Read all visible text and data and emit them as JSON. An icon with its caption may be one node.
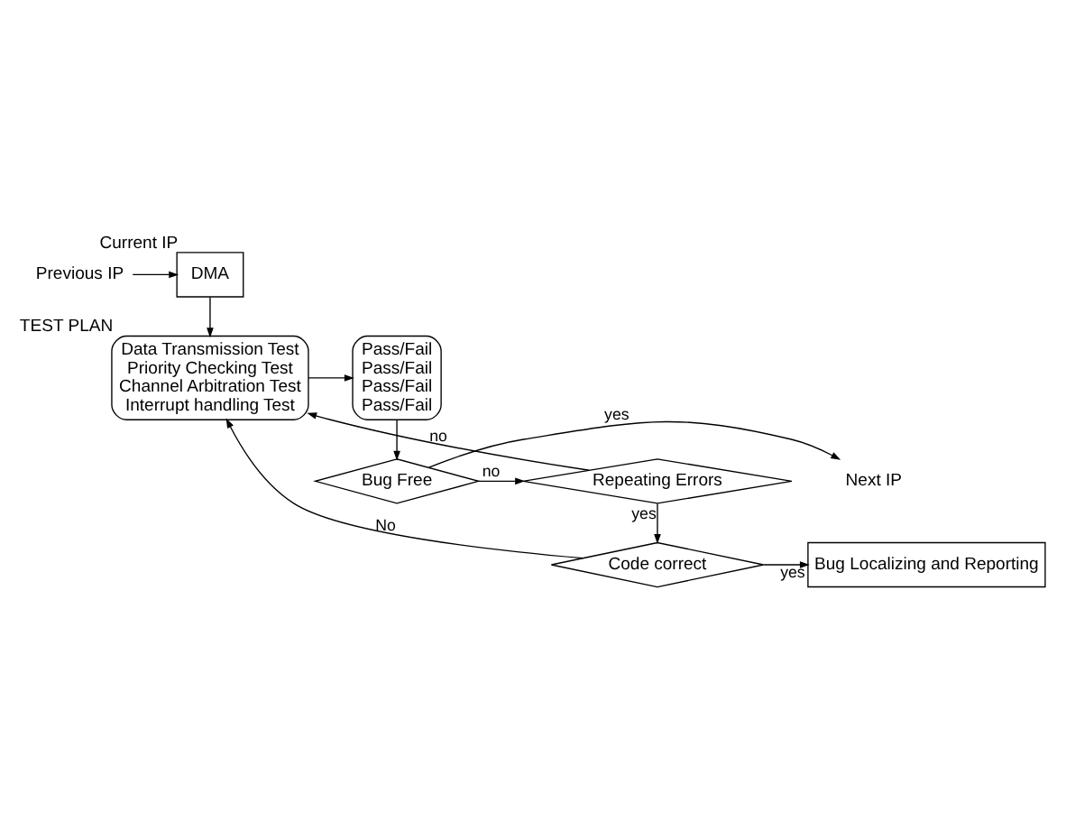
{
  "diagram": {
    "nodes": [
      {
        "text": [
          "Previous IP"
        ]
      },
      {
        "text": [
          "DMA"
        ],
        "beside": [
          "Current IP"
        ]
      },
      {
        "text": [
          "Data Transmission Test",
          "Priority Checking Test",
          "Channel Arbitration Test",
          "Interrupt handling Test"
        ],
        "beside": [
          "TEST PLAN"
        ]
      },
      {
        "text": [
          "Pass/Fail",
          "Pass/Fail",
          "Pass/Fail",
          "Pass/Fail"
        ]
      },
      {
        "text": [
          "Bug Free"
        ]
      },
      {
        "text": [
          "Next IP"
        ]
      },
      {
        "text": [
          "Repeating Errors"
        ]
      },
      {
        "text": [
          "Code correct"
        ]
      },
      {
        "text": [
          "Bug Localizing and Reporting"
        ]
      }
    ],
    "edges": [
      {
        "from": 0,
        "to": 1,
        "arrow": "to"
      },
      {
        "from": 1,
        "to": 2,
        "arrow": "to"
      },
      {
        "from": 2,
        "to": 3,
        "arrow": "to"
      },
      {
        "from": 3,
        "to": 4,
        "arrow": "to"
      },
      {
        "from": 4,
        "to": 5,
        "arrow": "to",
        "label": "yes"
      },
      {
        "from": 4,
        "to": 6,
        "arrow": "to",
        "label": "no"
      },
      {
        "from": 6,
        "to": 2,
        "arrow": "to",
        "label": "no"
      },
      {
        "from": 6,
        "to": 7,
        "arrow": "to",
        "label": "yes"
      },
      {
        "from": 7,
        "to": 2,
        "arrow": "to",
        "label": "No"
      },
      {
        "from": 7,
        "to": 8,
        "arrow": "to",
        "label": "yes"
      }
    ]
  }
}
